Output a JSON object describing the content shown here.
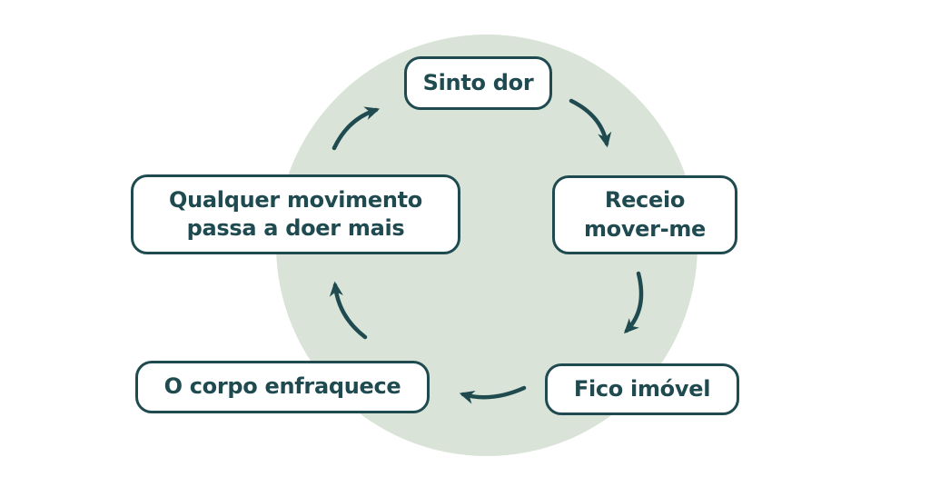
{
  "colors": {
    "teal": "#1f4b50",
    "green": "#d9e3d7",
    "boxbg": "#ffffff",
    "pagebg": "#ffffff"
  },
  "diagram": {
    "type": "cycle",
    "nodes": [
      {
        "id": "sinto-dor",
        "label": "Sinto dor"
      },
      {
        "id": "receio-mover-me",
        "label": "Receio\nmover-me"
      },
      {
        "id": "fico-imovel",
        "label": "Fico imóvel"
      },
      {
        "id": "o-corpo-enfraquece",
        "label": "O corpo enfraquece"
      },
      {
        "id": "qualquer-movimento",
        "label": "Qualquer movimento\npassa a doer mais"
      }
    ],
    "arrows": [
      {
        "from": "sinto-dor",
        "to": "receio-mover-me"
      },
      {
        "from": "receio-mover-me",
        "to": "fico-imovel"
      },
      {
        "from": "fico-imovel",
        "to": "o-corpo-enfraquece"
      },
      {
        "from": "o-corpo-enfraquece",
        "to": "qualquer-movimento"
      },
      {
        "from": "qualquer-movimento",
        "to": "sinto-dor"
      }
    ]
  }
}
